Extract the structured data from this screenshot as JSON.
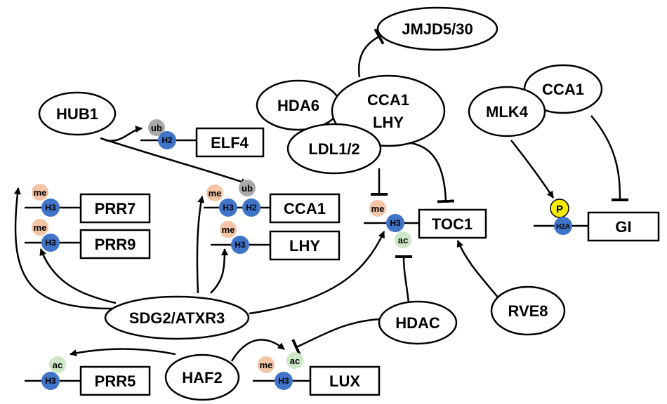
{
  "regulators": {
    "jmjd5_30": "JMJD5/30",
    "hda6": "HDA6",
    "cca1_lhy_line1": "CCA1",
    "cca1_lhy_line2": "LHY",
    "ldl1_2": "LDL1/2",
    "cca1_right": "CCA1",
    "mlk4": "MLK4",
    "hub1": "HUB1",
    "sdg2_atxr3": "SDG2/ATXR3",
    "hdac": "HDAC",
    "rve8": "RVE8",
    "haf2": "HAF2"
  },
  "genes": {
    "elf4": "ELF4",
    "prr7": "PRR7",
    "prr9": "PRR9",
    "cca1": "CCA1",
    "lhy": "LHY",
    "toc1": "TOC1",
    "gi": "GI",
    "prr5": "PRR5",
    "lux": "LUX"
  },
  "histones": {
    "h3": "H3",
    "h2": "H2",
    "h2a": "H2A"
  },
  "marks": {
    "me": "me",
    "ub": "ub",
    "ac": "ac",
    "p": "P"
  },
  "colors": {
    "histone_blue": "#3f74c9",
    "methyl_peach": "#f3c4a5",
    "ubiquitin_gray": "#a9a9a9",
    "acetyl_green": "#cde8c6",
    "phospho_yellow": "#f5ec00"
  }
}
